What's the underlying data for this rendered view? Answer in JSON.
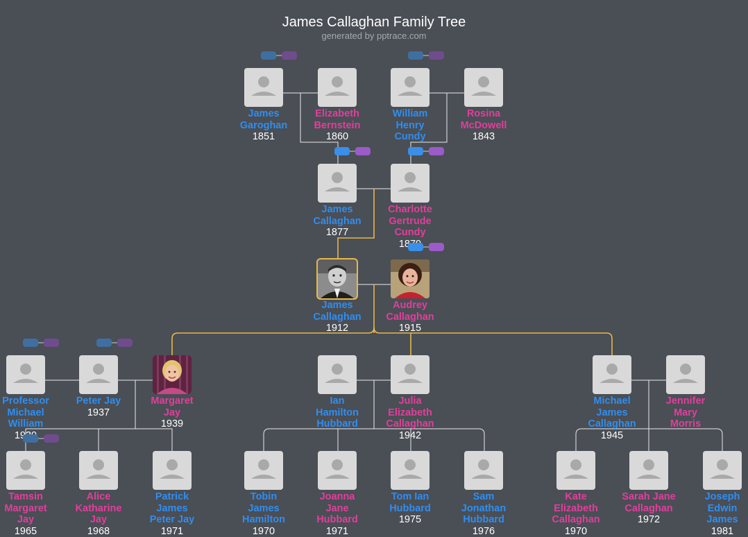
{
  "header": {
    "title": "James Callaghan Family Tree",
    "subtitle": "generated by pptrace.com"
  },
  "colors": {
    "background": "#4a4e55",
    "male": "#2f8ef0",
    "female": "#e23e9c",
    "line": "#eaeaea",
    "highlight_line": "#e8b84a"
  },
  "people": {
    "james_garoghan": {
      "gender": "male",
      "name_lines": [
        "James",
        "Garoghan"
      ],
      "year": "1851",
      "photo": "silhouette"
    },
    "elizabeth_bernstein": {
      "gender": "female",
      "name_lines": [
        "Elizabeth",
        "Bernstein"
      ],
      "year": "1860",
      "photo": "silhouette"
    },
    "william_cundy": {
      "gender": "male",
      "name_lines": [
        "William",
        "Henry",
        "Cundy"
      ],
      "year": "",
      "photo": "silhouette"
    },
    "rosina_mcdowell": {
      "gender": "female",
      "name_lines": [
        "Rosina",
        "McDowell"
      ],
      "year": "1843",
      "photo": "silhouette"
    },
    "james_callaghan_sr": {
      "gender": "male",
      "name_lines": [
        "James",
        "Callaghan"
      ],
      "year": "1877",
      "photo": "silhouette"
    },
    "charlotte_cundy": {
      "gender": "female",
      "name_lines": [
        "Charlotte",
        "Gertrude",
        "Cundy"
      ],
      "year": "1879",
      "photo": "silhouette"
    },
    "james_callaghan": {
      "gender": "male",
      "name_lines": [
        "James",
        "Callaghan"
      ],
      "year": "1912",
      "photo": "portrait-bw",
      "focus": true
    },
    "audrey_callaghan": {
      "gender": "female",
      "name_lines": [
        "Audrey",
        "Callaghan"
      ],
      "year": "1915",
      "photo": "portrait-color"
    },
    "michael_william": {
      "gender": "male",
      "name_lines": [
        "Professor",
        "Michael",
        "William"
      ],
      "year": "1939",
      "photo": "silhouette"
    },
    "peter_jay": {
      "gender": "male",
      "name_lines": [
        "Peter Jay"
      ],
      "year": "1937",
      "photo": "silhouette"
    },
    "margaret_jay": {
      "gender": "female",
      "name_lines": [
        "Margaret",
        "Jay"
      ],
      "year": "1939",
      "photo": "portrait-margaret"
    },
    "ian_hubbard": {
      "gender": "male",
      "name_lines": [
        "Ian",
        "Hamilton",
        "Hubbard"
      ],
      "year": "",
      "photo": "silhouette"
    },
    "julia_callaghan": {
      "gender": "female",
      "name_lines": [
        "Julia",
        "Elizabeth",
        "Callaghan"
      ],
      "year": "1942",
      "photo": "silhouette"
    },
    "michael_callaghan": {
      "gender": "male",
      "name_lines": [
        "Michael",
        "James",
        "Callaghan"
      ],
      "year": "1945",
      "photo": "silhouette"
    },
    "jennifer_morris": {
      "gender": "female",
      "name_lines": [
        "Jennifer",
        "Mary",
        "Morris"
      ],
      "year": "",
      "photo": "silhouette"
    },
    "tamsin_jay": {
      "gender": "female",
      "name_lines": [
        "Tamsin",
        "Margaret",
        "Jay"
      ],
      "year": "1965",
      "photo": "silhouette"
    },
    "alice_jay": {
      "gender": "female",
      "name_lines": [
        "Alice",
        "Katharine",
        "Jay"
      ],
      "year": "1968",
      "photo": "silhouette"
    },
    "patrick_jay": {
      "gender": "male",
      "name_lines": [
        "Patrick",
        "James",
        "Peter Jay"
      ],
      "year": "1971",
      "photo": "silhouette"
    },
    "tobin_hubbard": {
      "gender": "male",
      "name_lines": [
        "Tobin",
        "James",
        "Hamilton"
      ],
      "year": "1970",
      "photo": "silhouette"
    },
    "joanna_hubbard": {
      "gender": "female",
      "name_lines": [
        "Joanna",
        "Jane",
        "Hubbard"
      ],
      "year": "1971",
      "photo": "silhouette"
    },
    "tom_hubbard": {
      "gender": "male",
      "name_lines": [
        "Tom Ian",
        "Hubbard"
      ],
      "year": "1975",
      "photo": "silhouette"
    },
    "sam_hubbard": {
      "gender": "male",
      "name_lines": [
        "Sam",
        "Jonathan",
        "Hubbard"
      ],
      "year": "1976",
      "photo": "silhouette"
    },
    "kate_callaghan": {
      "gender": "female",
      "name_lines": [
        "Kate",
        "Elizabeth",
        "Callaghan"
      ],
      "year": "1970",
      "photo": "silhouette"
    },
    "sarah_callaghan": {
      "gender": "female",
      "name_lines": [
        "Sarah Jane",
        "Callaghan"
      ],
      "year": "1972",
      "photo": "silhouette"
    },
    "joseph_james": {
      "gender": "male",
      "name_lines": [
        "Joseph",
        "Edwin",
        "James"
      ],
      "year": "1981",
      "photo": "silhouette"
    }
  },
  "expand_toggles": [
    {
      "id": "toggle-garoghan-parents",
      "state": "dim"
    },
    {
      "id": "toggle-cundy-parents",
      "state": "dim"
    },
    {
      "id": "toggle-james-sr-parents",
      "state": "on"
    },
    {
      "id": "toggle-charlotte-parents",
      "state": "on"
    },
    {
      "id": "toggle-james-parents",
      "state": "on"
    },
    {
      "id": "toggle-michael-william-parents",
      "state": "dim"
    },
    {
      "id": "toggle-peter-jay-parents",
      "state": "dim"
    },
    {
      "id": "toggle-tamsin-children",
      "state": "dim"
    }
  ]
}
